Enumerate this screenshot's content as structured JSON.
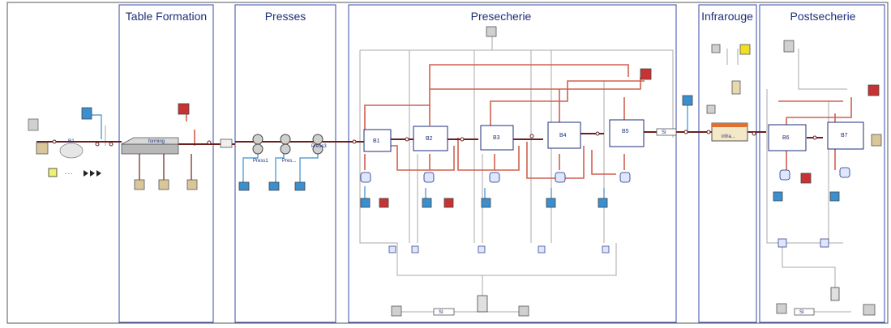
{
  "sections": [
    {
      "title": "Table Formation"
    },
    {
      "title": "Presses"
    },
    {
      "title": "Presecherie"
    },
    {
      "title": "Infrarouge"
    },
    {
      "title": "Postsecherie"
    }
  ],
  "components": {
    "r1": "R1",
    "forming": "forming",
    "press1": "Press1",
    "press2": "Pres...",
    "press3": "Press3",
    "infra": "infra...",
    "sensor_si_1": "SI",
    "sensor_si_2": "SI",
    "sensor_si_3": "SI"
  },
  "blocks": [
    {
      "label": "B1"
    },
    {
      "label": "B2"
    },
    {
      "label": "B3"
    },
    {
      "label": "B4"
    },
    {
      "label": "B5"
    },
    {
      "label": "B6"
    },
    {
      "label": "B7"
    }
  ],
  "colors": {
    "section_border": "#3a4aa8",
    "pipe_red": "#c0392b",
    "pipe_dark": "#6b1f1f",
    "line_grey": "#9a9a9a",
    "tank_blue": "#3a8fd0",
    "tank_red": "#c83232",
    "tank_tan": "#d9c79a",
    "tank_grey": "#d0d0d0",
    "tank_yellow": "#f0e020"
  }
}
